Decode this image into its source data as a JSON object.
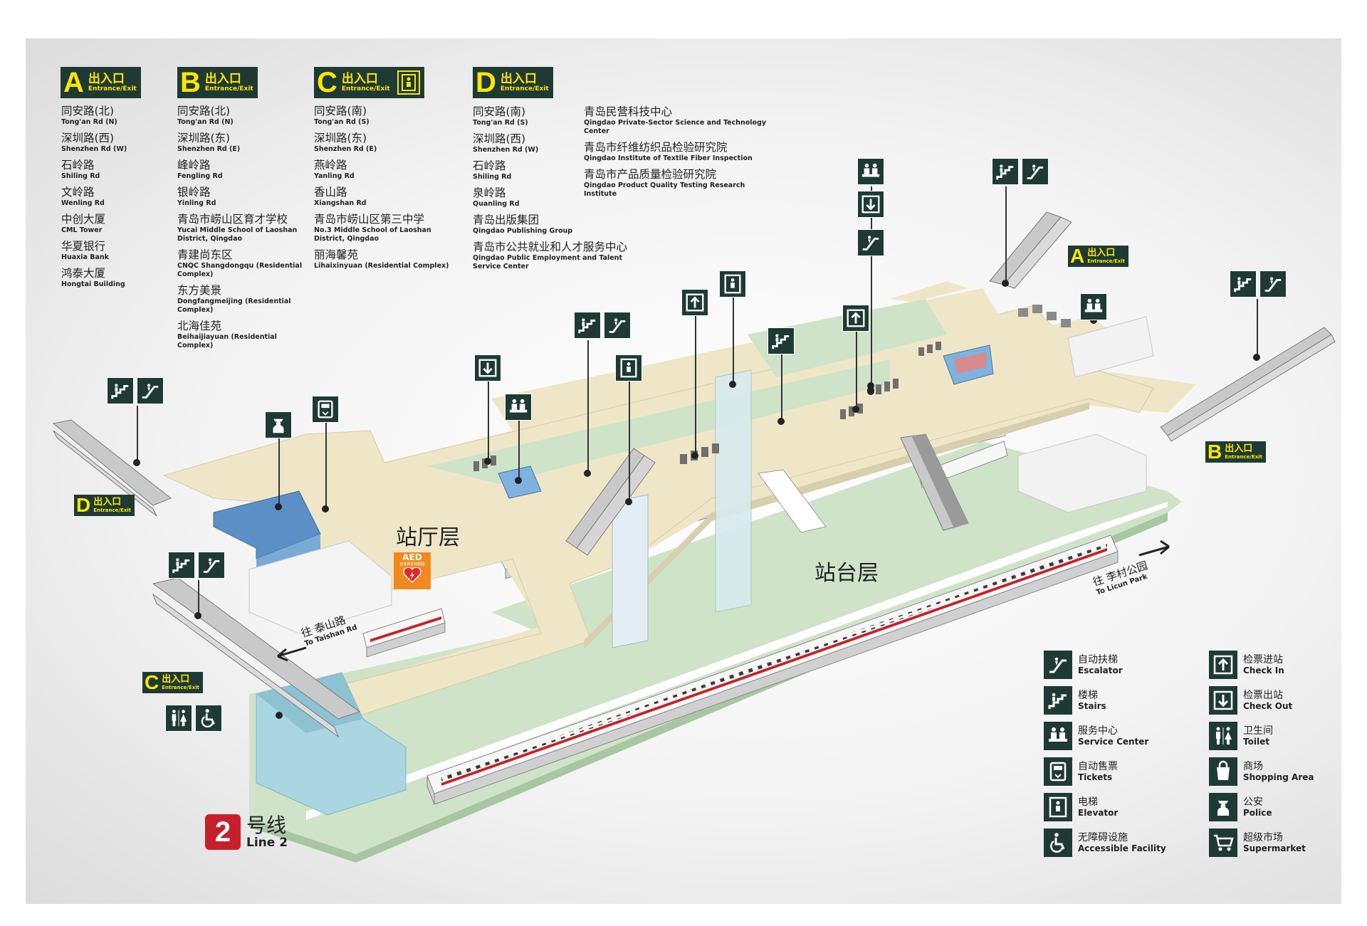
{
  "exits": {
    "a": {
      "letter": "A",
      "cn": "出入口",
      "en": "Entrance/Exit"
    },
    "b": {
      "letter": "B",
      "cn": "出入口",
      "en": "Entrance/Exit"
    },
    "c": {
      "letter": "C",
      "cn": "出入口",
      "en": "Entrance/Exit"
    },
    "d": {
      "letter": "D",
      "cn": "出入口",
      "en": "Entrance/Exit"
    }
  },
  "dest_a": [
    {
      "cn": "同安路(北)",
      "en": "Tong'an Rd (N)"
    },
    {
      "cn": "深圳路(西)",
      "en": "Shenzhen Rd (W)"
    },
    {
      "cn": "石岭路",
      "en": "Shiling Rd"
    },
    {
      "cn": "文岭路",
      "en": "Wenling Rd"
    },
    {
      "cn": "中创大厦",
      "en": "CML Tower"
    },
    {
      "cn": "华夏银行",
      "en": "Huaxia Bank"
    },
    {
      "cn": "鸿泰大厦",
      "en": "Hongtai Building"
    }
  ],
  "dest_b": [
    {
      "cn": "同安路(北)",
      "en": "Tong'an Rd (N)"
    },
    {
      "cn": "深圳路(东)",
      "en": "Shenzhen Rd (E)"
    },
    {
      "cn": "峰岭路",
      "en": "Fengling Rd"
    },
    {
      "cn": "银岭路",
      "en": "Yinling Rd"
    },
    {
      "cn": "青岛市崂山区育才学校",
      "en": "Yucai Middle School of Laoshan District, Qingdao"
    },
    {
      "cn": "青建尚东区",
      "en": "CNQC Shangdongqu (Residential Complex)"
    },
    {
      "cn": "东方美景",
      "en": "Dongfangmeijing (Residential Complex)"
    },
    {
      "cn": "北海佳苑",
      "en": "Beihaijiayuan (Residential Complex)"
    }
  ],
  "dest_c": [
    {
      "cn": "同安路(南)",
      "en": "Tong'an Rd (S)"
    },
    {
      "cn": "深圳路(东)",
      "en": "Shenzhen Rd (E)"
    },
    {
      "cn": "燕岭路",
      "en": "Yanling Rd"
    },
    {
      "cn": "香山路",
      "en": "Xiangshan Rd"
    },
    {
      "cn": "青岛市崂山区第三中学",
      "en": "No.3 Middle School of Laoshan District, Qingdao"
    },
    {
      "cn": "丽海馨苑",
      "en": "Lihaixinyuan (Residential Complex)"
    }
  ],
  "dest_d": [
    {
      "cn": "同安路(南)",
      "en": "Tong'an Rd (S)"
    },
    {
      "cn": "深圳路(西)",
      "en": "Shenzhen Rd (W)"
    },
    {
      "cn": "石岭路",
      "en": "Shiling Rd"
    },
    {
      "cn": "泉岭路",
      "en": "Quanling Rd"
    },
    {
      "cn": "青岛出版集团",
      "en": "Qingdao Publishing Group"
    },
    {
      "cn": "青岛市公共就业和人才服务中心",
      "en": "Qingdao Public Employment and Talent Service Center"
    }
  ],
  "dest_d2": [
    {
      "cn": "青岛民营科技中心",
      "en": "Qingdao Private-Sector Science and Technology Center"
    },
    {
      "cn": "青岛市纤维纺织品检验研究院",
      "en": "Qingdao Institute of Textile Fiber Inspection"
    },
    {
      "cn": "青岛市产品质量检验研究院",
      "en": "Qingdao Product Quality Testing Research Institute"
    }
  ],
  "labels": {
    "concourse": "站厅层",
    "platform": "站台层",
    "aed": "AED",
    "aed_sub": "自动体外除颤器",
    "to_taishan_cn": "往 泰山路",
    "to_taishan_en": "To Taishan Rd",
    "to_licun_cn": "往 李村公园",
    "to_licun_en": "To Licun Park",
    "line_num": "2",
    "line_cn": "号线",
    "line_en": "Line 2"
  },
  "legend": [
    {
      "icon": "escalator-icon",
      "cn": "自动扶梯",
      "en": "Escalator"
    },
    {
      "icon": "stairs-icon",
      "cn": "楼梯",
      "en": "Stairs"
    },
    {
      "icon": "service-center-icon",
      "cn": "服务中心",
      "en": "Service Center"
    },
    {
      "icon": "ticket-icon",
      "cn": "自动售票",
      "en": "Tickets"
    },
    {
      "icon": "elevator-icon",
      "cn": "电梯",
      "en": "Elevator"
    },
    {
      "icon": "accessible-icon",
      "cn": "无障碍设施",
      "en": "Accessible Facility"
    },
    {
      "icon": "check-in-icon",
      "cn": "检票进站",
      "en": "Check In"
    },
    {
      "icon": "check-out-icon",
      "cn": "检票出站",
      "en": "Check Out"
    },
    {
      "icon": "toilet-icon",
      "cn": "卫生间",
      "en": "Toilet"
    },
    {
      "icon": "shopping-icon",
      "cn": "商场",
      "en": "Shopping Area"
    },
    {
      "icon": "police-icon",
      "cn": "公安",
      "en": "Police"
    },
    {
      "icon": "supermarket-icon",
      "cn": "超级市场",
      "en": "Supermarket"
    }
  ],
  "colors": {
    "sign_bg": "#1f3a35",
    "sign_text": "#ffe600",
    "concourse": "#efe6c8",
    "platform": "#cfe3c9",
    "line2_red": "#c8202a",
    "aed_orange": "#f08a1c"
  }
}
